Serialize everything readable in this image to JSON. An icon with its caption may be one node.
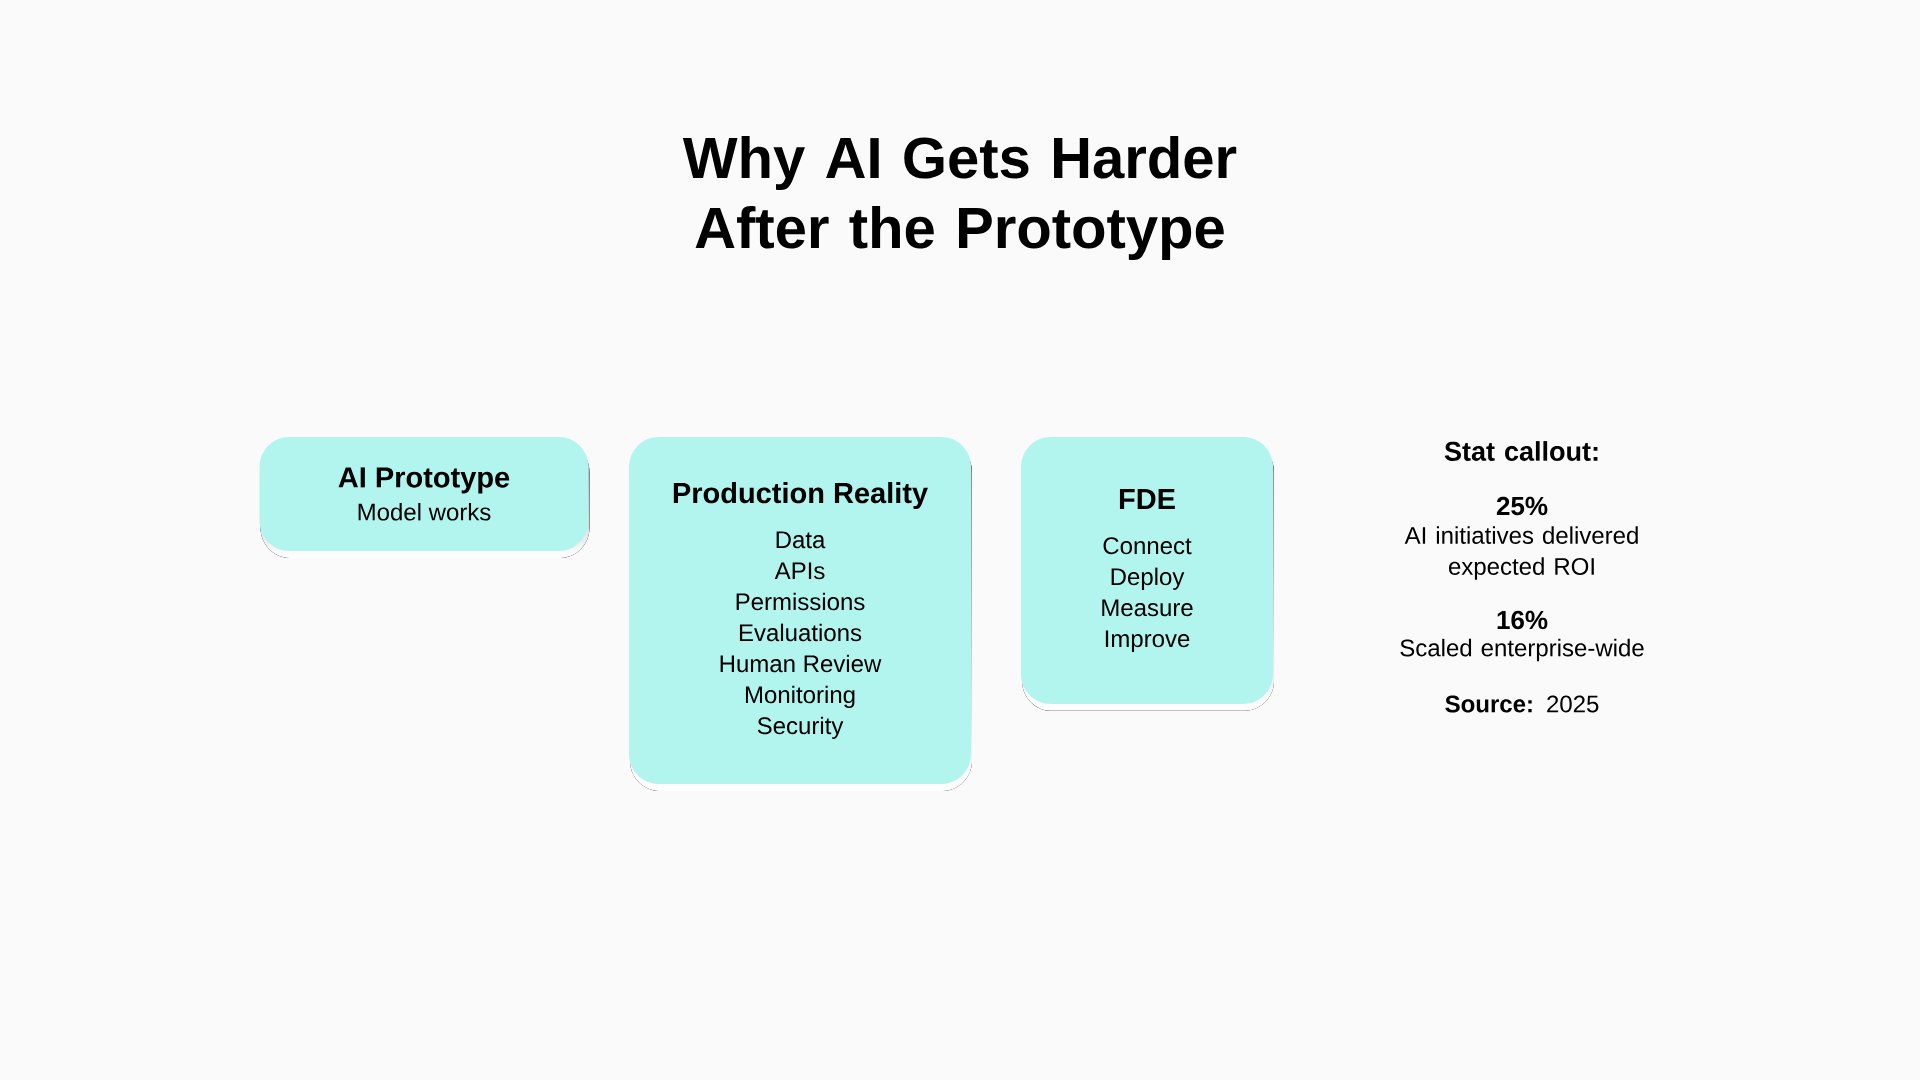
{
  "diagram": {
    "title": "Why AI Gets Harder After the Prototype",
    "nodes": [
      {
        "text": [
          "AI Prototype",
          "Model works"
        ]
      },
      {
        "text": [
          "Production Reality",
          "Data",
          "APIs",
          "Permissions",
          "Evaluations",
          "Human Review",
          "Monitoring",
          "Security"
        ]
      },
      {
        "text": [
          "FDE",
          "Connect",
          "Deploy",
          "Measure",
          "Improve"
        ]
      }
    ],
    "labels": [
      "Stat callout:",
      "25%",
      "AI initiatives delivered expected ROI",
      "16%",
      "Scaled enterprise-wide",
      "**Source:** 2025"
    ]
  }
}
